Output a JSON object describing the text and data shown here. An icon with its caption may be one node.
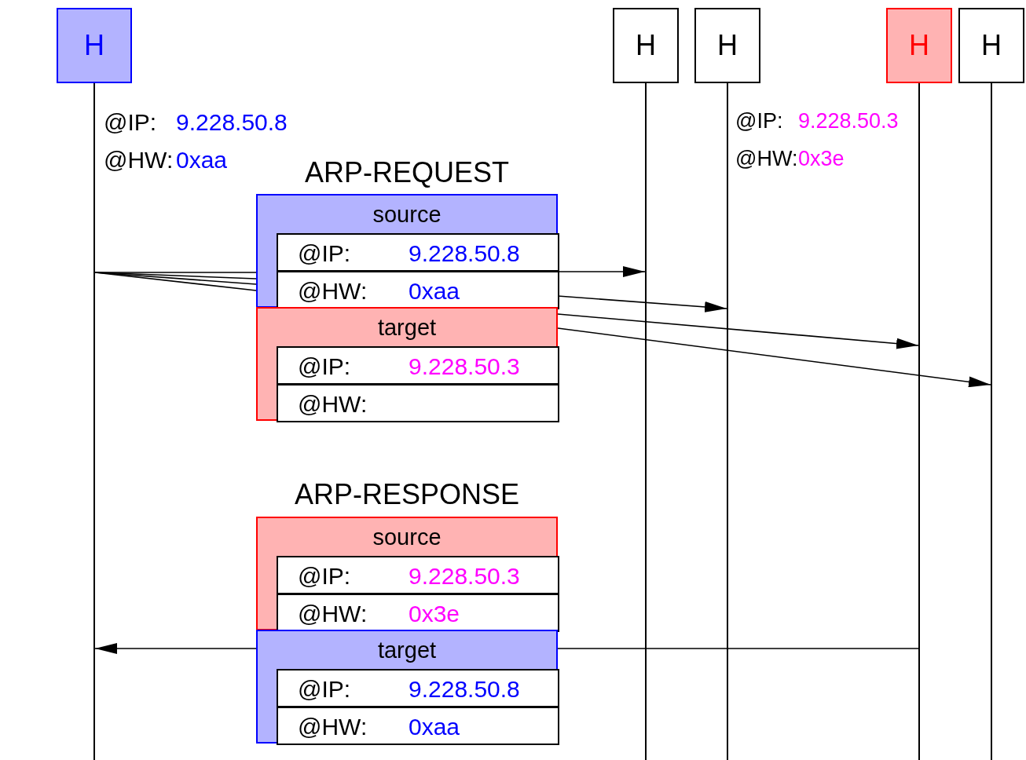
{
  "diagram": {
    "nodes": [
      {
        "text": [
          "H"
        ],
        "beside": [
          "@IP:",
          "9.228.50.8",
          "@HW:",
          "0xaa"
        ]
      },
      {
        "text": [
          "H"
        ]
      },
      {
        "text": [
          "H"
        ]
      },
      {
        "text": [
          "H"
        ],
        "beside": [
          "@IP:",
          "9.228.50.3",
          "@HW:",
          "0x3e"
        ]
      },
      {
        "text": [
          "H"
        ]
      },
      {
        "text": [
          "ARP-REQUEST"
        ]
      },
      {
        "text": [
          "source"
        ],
        "in": 5
      },
      {
        "text": [
          "@IP:",
          "9.228.50.8"
        ],
        "in": 6
      },
      {
        "text": [
          "@HW:",
          "0xaa"
        ],
        "in": 6
      },
      {
        "text": [
          "target"
        ],
        "in": 5
      },
      {
        "text": [
          "@IP:",
          "9.228.50.3"
        ],
        "in": 9
      },
      {
        "text": [
          "@HW:"
        ],
        "in": 9
      },
      {
        "text": [
          "ARP-RESPONSE"
        ]
      },
      {
        "text": [
          "source"
        ],
        "in": 12
      },
      {
        "text": [
          "@IP:",
          "9.228.50.3"
        ],
        "in": 13
      },
      {
        "text": [
          "@HW:",
          "0x3e"
        ],
        "in": 13
      },
      {
        "text": [
          "target"
        ],
        "in": 12
      },
      {
        "text": [
          "@IP:",
          "9.228.50.8"
        ],
        "in": 16
      },
      {
        "text": [
          "@HW:",
          "0xaa"
        ],
        "in": 16
      },
      {
        "text": [],
        "shape": "line"
      },
      {
        "text": [],
        "shape": "line"
      },
      {
        "text": [],
        "shape": "line"
      },
      {
        "text": [],
        "shape": "line"
      },
      {
        "text": [],
        "shape": "line"
      }
    ],
    "edges": [
      {
        "from": 19,
        "to": 6,
        "arrow": "none"
      },
      {
        "from": 19,
        "to": 6,
        "arrow": "none"
      },
      {
        "from": 19,
        "to": 6,
        "arrow": "none"
      },
      {
        "from": 19,
        "to": 6,
        "arrow": "none"
      },
      {
        "from": 7,
        "to": 20,
        "arrow": "to"
      },
      {
        "from": 8,
        "to": 21,
        "arrow": "to"
      },
      {
        "from": 9,
        "to": 22,
        "arrow": "to"
      },
      {
        "from": 9,
        "to": 23,
        "arrow": "to"
      },
      {
        "from": 22,
        "to": 16,
        "arrow": "none"
      },
      {
        "from": 16,
        "to": 19,
        "arrow": "to"
      }
    ]
  }
}
